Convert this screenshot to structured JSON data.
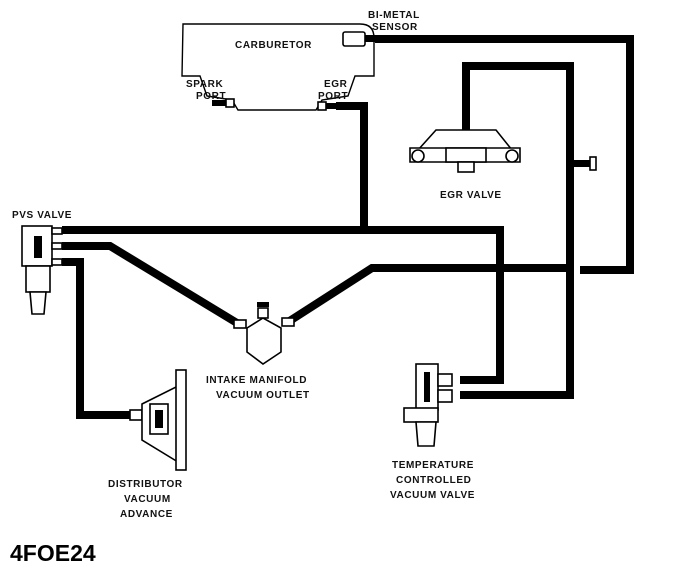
{
  "labels": {
    "bimetal_sensor_1": "BI-METAL",
    "bimetal_sensor_2": "SENSOR",
    "carburetor": "CARBURETOR",
    "spark_port_1": "SPARK",
    "spark_port_2": "PORT",
    "egr_port_1": "EGR",
    "egr_port_2": "PORT",
    "egr_valve": "EGR VALVE",
    "pvs_valve": "PVS VALVE",
    "intake_1": "INTAKE MANIFOLD",
    "intake_2": "VACUUM OUTLET",
    "dist_1": "DISTRIBUTOR",
    "dist_2": "VACUUM",
    "dist_3": "ADVANCE",
    "tcv_1": "TEMPERATURE",
    "tcv_2": "CONTROLLED",
    "tcv_3": "VACUUM VALVE"
  },
  "figure_code": "4FOE24",
  "icons": {
    "carburetor": "carburetor-outline",
    "bimetal_sensor": "sensor-plug-icon",
    "egr_valve": "egr-valve-icon",
    "pvs_valve": "pvs-valve-icon",
    "intake_outlet": "manifold-outlet-icon",
    "distributor": "vacuum-advance-icon",
    "tcv": "temperature-vacuum-valve-icon"
  }
}
